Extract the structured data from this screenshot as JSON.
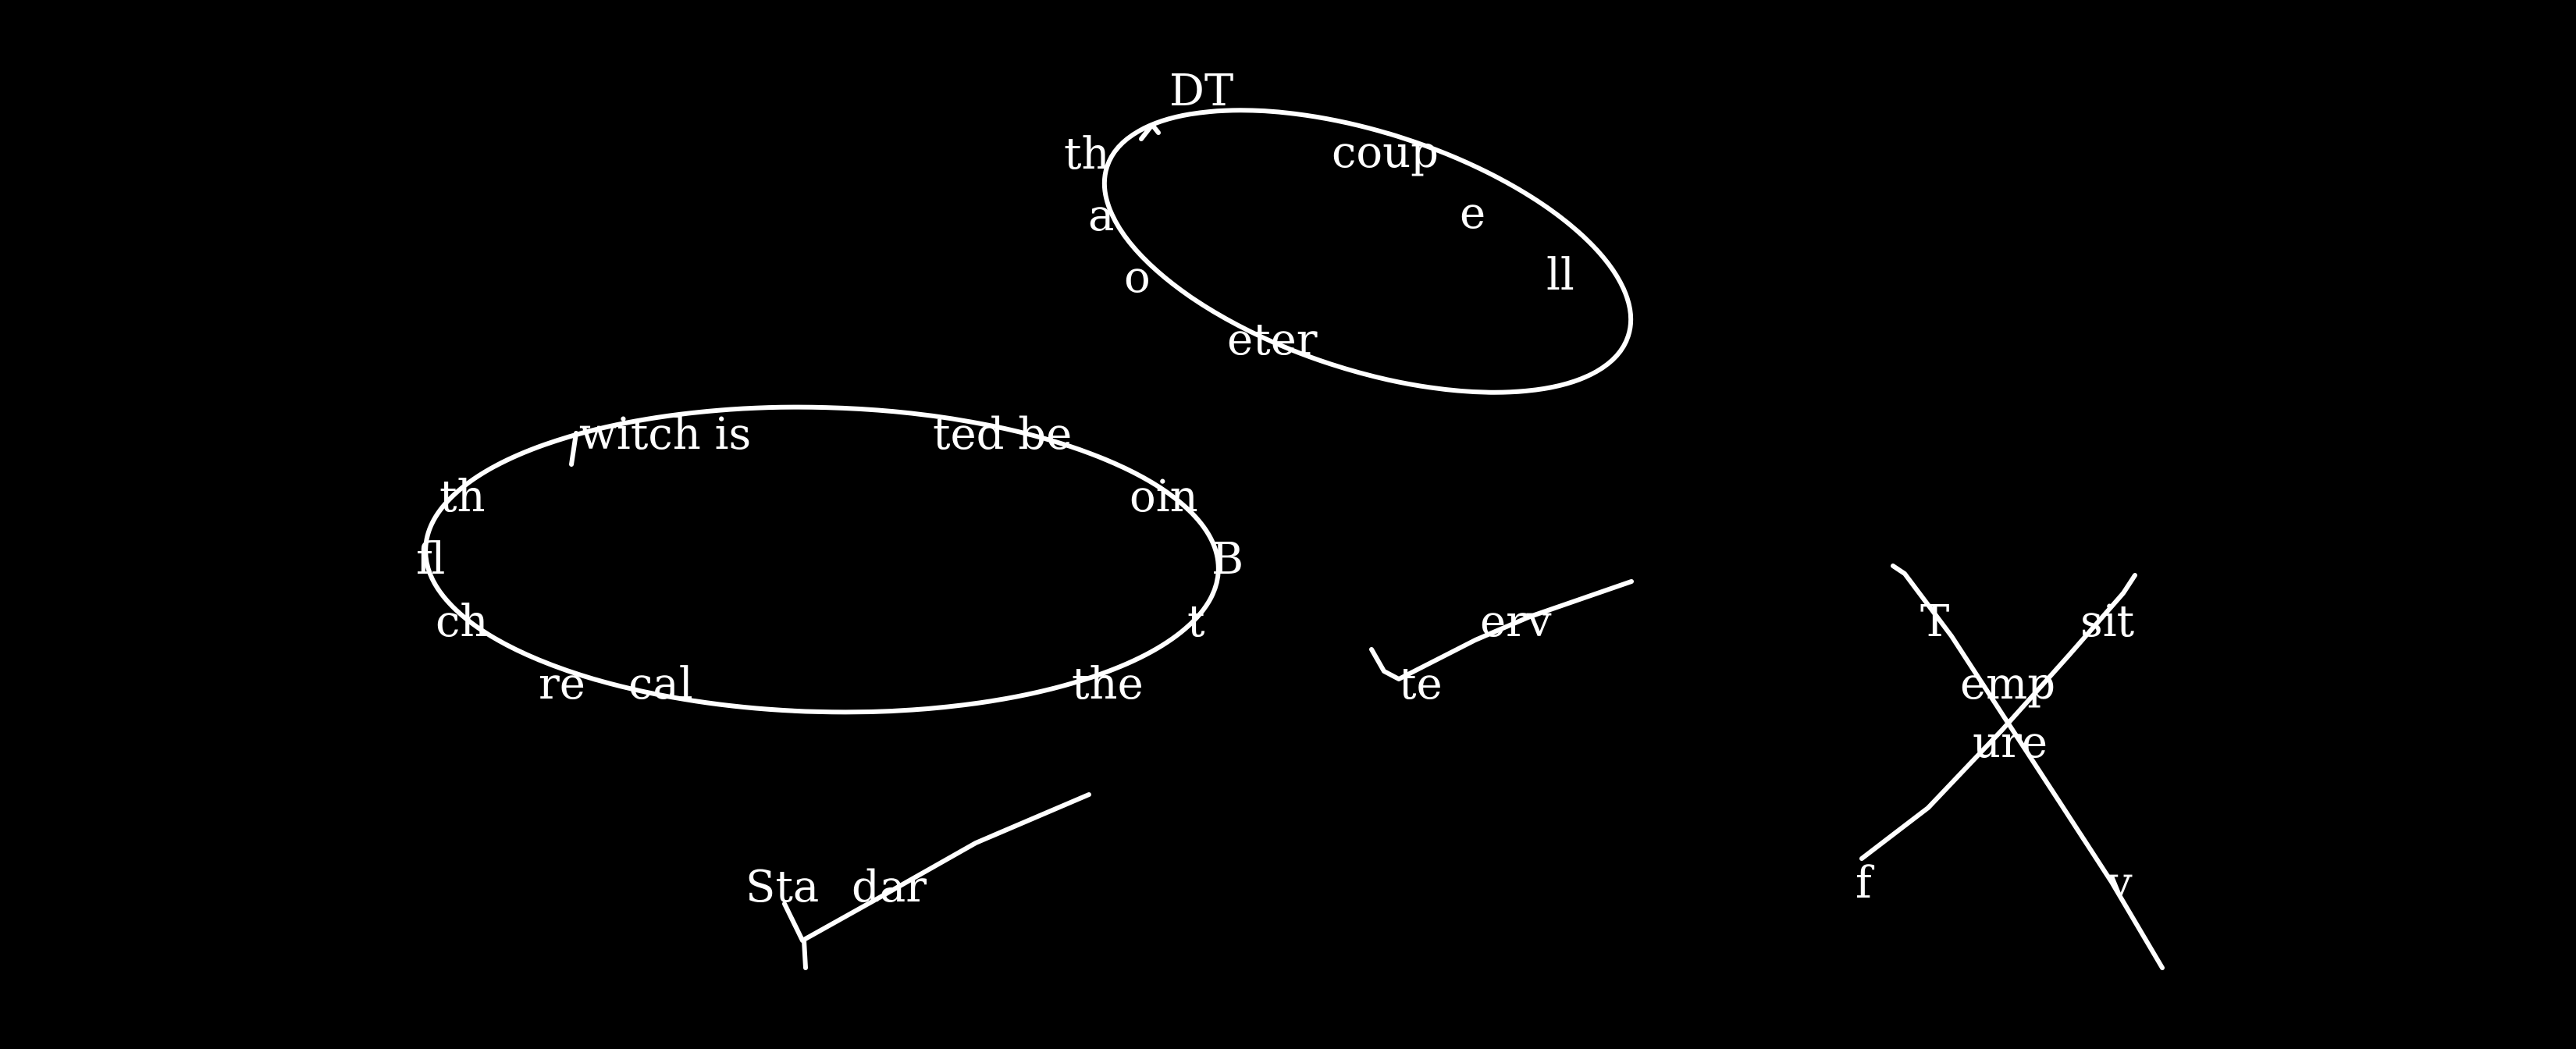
{
  "background_color": "#000000",
  "ink_color": "#ffffff",
  "fragments": {
    "top_ellipse": [
      "DT",
      "th",
      "coup",
      "a",
      "e",
      "o",
      "ll",
      "eter"
    ],
    "left_ellipse": [
      "witch is",
      "ted be",
      "th",
      "oin",
      "fl",
      "B",
      "ch",
      "t",
      "re",
      "cal",
      "the"
    ],
    "middle_stroke": [
      "erv",
      "te"
    ],
    "bottom_stroke": [
      "Sta",
      "dar"
    ],
    "cross": [
      "T",
      "sit",
      "emp",
      "ure",
      "f",
      "v"
    ]
  }
}
